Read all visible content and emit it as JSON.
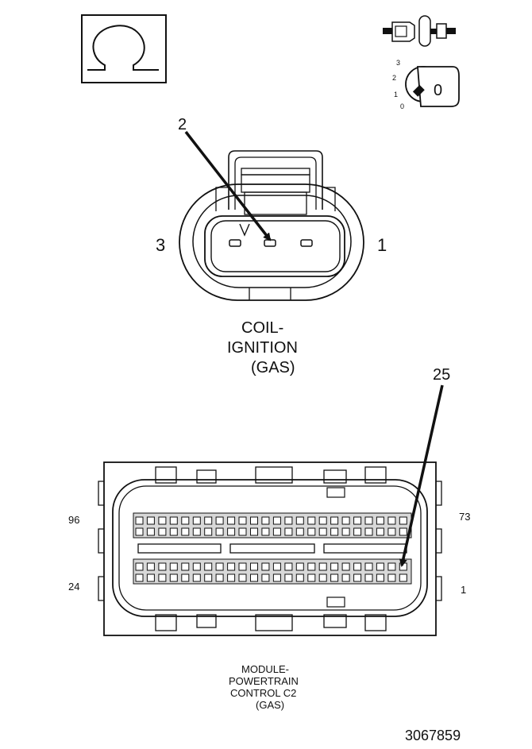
{
  "ignition_icon": {
    "positions": [
      "3",
      "2",
      "1",
      "0"
    ],
    "key_label": "0"
  },
  "coil_connector": {
    "callout": "2",
    "pin_left": "3",
    "pin_right": "1",
    "title_lines": [
      "COIL-",
      "IGNITION",
      "(GAS)"
    ]
  },
  "pcm_connector": {
    "callout": "25",
    "pin_top_left": "96",
    "pin_bottom_left": "24",
    "pin_top_right": "73",
    "pin_bottom_right": "1",
    "title_lines": [
      "MODULE-",
      "POWERTRAIN",
      "CONTROL C2",
      "(GAS)"
    ]
  },
  "figure_number": "3067859"
}
